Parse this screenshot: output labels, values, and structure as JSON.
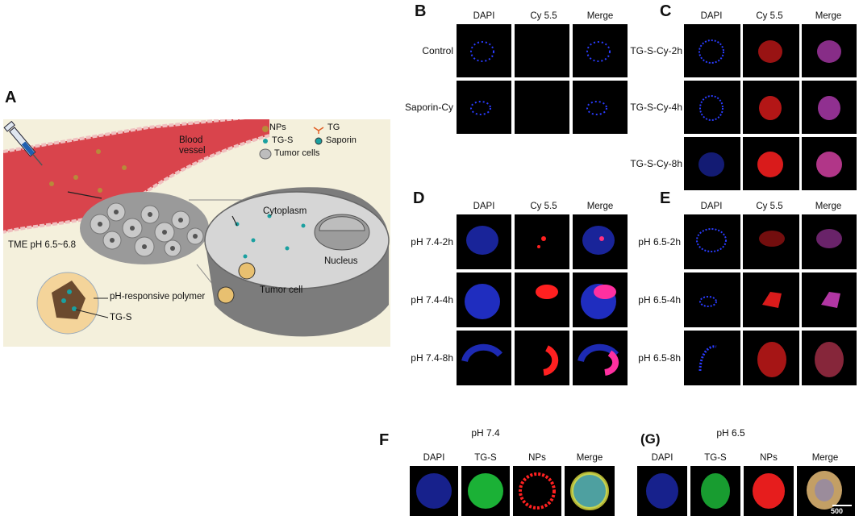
{
  "labels": {
    "A": "A",
    "B": "B",
    "C": "C",
    "D": "D",
    "E": "E",
    "F": "F",
    "G": "(G)"
  },
  "schematic": {
    "legend": {
      "nps": "NPs",
      "tg": "TG",
      "tgs": "TG-S",
      "saporin": "Saporin",
      "tumor_cells": "Tumor cells"
    },
    "blood_vessel": "Blood",
    "blood_vessel_2": "vessel",
    "tme": "TME pH 6.5~6.8",
    "cytoplasm": "Cytoplasm",
    "nucleus": "Nucleus",
    "tumor_cell": "Tumor cell",
    "polymer": "pH-responsive polymer",
    "tgs": "TG-S"
  },
  "panels": {
    "B": {
      "columns": [
        "DAPI",
        "Cy 5.5",
        "Merge"
      ],
      "rows": [
        "Control",
        "Saporin-Cy"
      ]
    },
    "C": {
      "columns": [
        "DAPI",
        "Cy 5.5",
        "Merge"
      ],
      "rows": [
        "TG-S-Cy-2h",
        "TG-S-Cy-4h",
        "TG-S-Cy-8h"
      ]
    },
    "D": {
      "columns": [
        "DAPI",
        "Cy 5.5",
        "Merge"
      ],
      "rows": [
        "pH 7.4-2h",
        "pH 7.4-4h",
        "pH 7.4-8h"
      ]
    },
    "E": {
      "columns": [
        "DAPI",
        "Cy 5.5",
        "Merge"
      ],
      "rows": [
        "pH 6.5-2h",
        "pH 6.5-4h",
        "pH 6.5-8h"
      ]
    },
    "F": {
      "title": "pH 7.4",
      "columns": [
        "DAPI",
        "TG-S",
        "NPs",
        "Merge"
      ]
    },
    "G": {
      "title": "pH 6.5",
      "columns": [
        "DAPI",
        "TG-S",
        "NPs",
        "Merge"
      ],
      "scalebar": "500 μm"
    }
  },
  "colors": {
    "dapi": "#2a3cff",
    "cy": "#ff2020",
    "merge": "#d040c0",
    "tgs": "#20d040",
    "vessel": "#d9444c"
  }
}
